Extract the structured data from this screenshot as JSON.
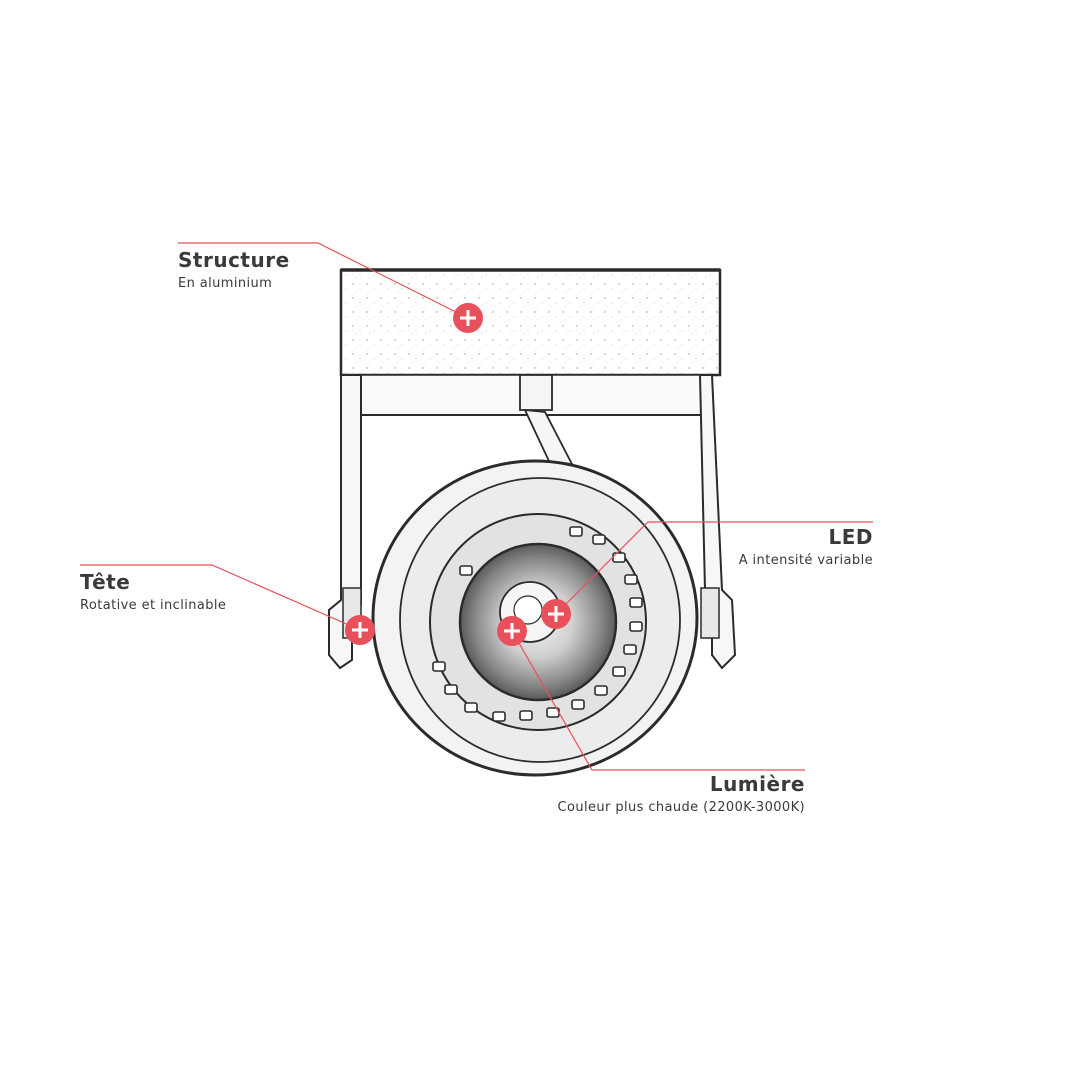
{
  "colors": {
    "accent": "#e8505b",
    "line": "#e8505b",
    "sketch": "#2b2b2b"
  },
  "annotations": {
    "structure": {
      "title": "Structure",
      "subtitle": "En aluminium",
      "hotspot_icon": "plus-icon"
    },
    "tete": {
      "title": "Tête",
      "subtitle": "Rotative et inclinable",
      "hotspot_icon": "plus-icon"
    },
    "led": {
      "title": "LED",
      "subtitle": "A intensité variable",
      "hotspot_icon": "plus-icon"
    },
    "lumiere": {
      "title": "Lumière",
      "subtitle": "Couleur plus chaude (2200K-3000K)",
      "hotspot_icon": "plus-icon"
    }
  }
}
